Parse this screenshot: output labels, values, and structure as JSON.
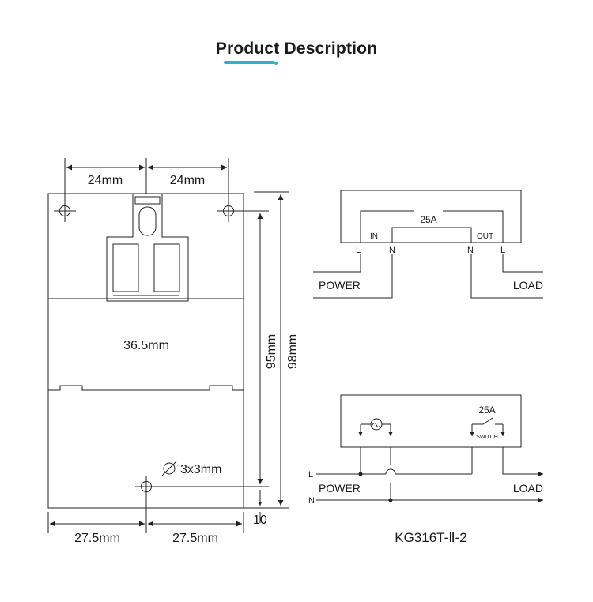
{
  "header": {
    "title": "Product Description"
  },
  "dimensions": {
    "top_left_width": "24mm",
    "top_right_width": "24mm",
    "body_width": "36.5mm",
    "inner_height": "95mm",
    "total_height": "98mm",
    "hole_size": "3x3mm",
    "bottom_offset": "10",
    "bottom_left_width": "27.5mm",
    "bottom_right_width": "27.5mm"
  },
  "wiring_top": {
    "rating": "25A",
    "in_label": "IN",
    "out_label": "OUT",
    "term_l_left": "L",
    "term_n_left": "N",
    "term_n_right": "N",
    "term_l_right": "L",
    "power_label": "POWER",
    "load_label": "LOAD"
  },
  "wiring_bottom": {
    "rating": "25A",
    "switch_label": "SWITCH",
    "line_l": "L",
    "line_n": "N",
    "power_label": "POWER",
    "load_label": "LOAD"
  },
  "model": "KG316T-Ⅱ-2",
  "colors": {
    "accent": "#2bb3c0",
    "line": "#222222"
  }
}
